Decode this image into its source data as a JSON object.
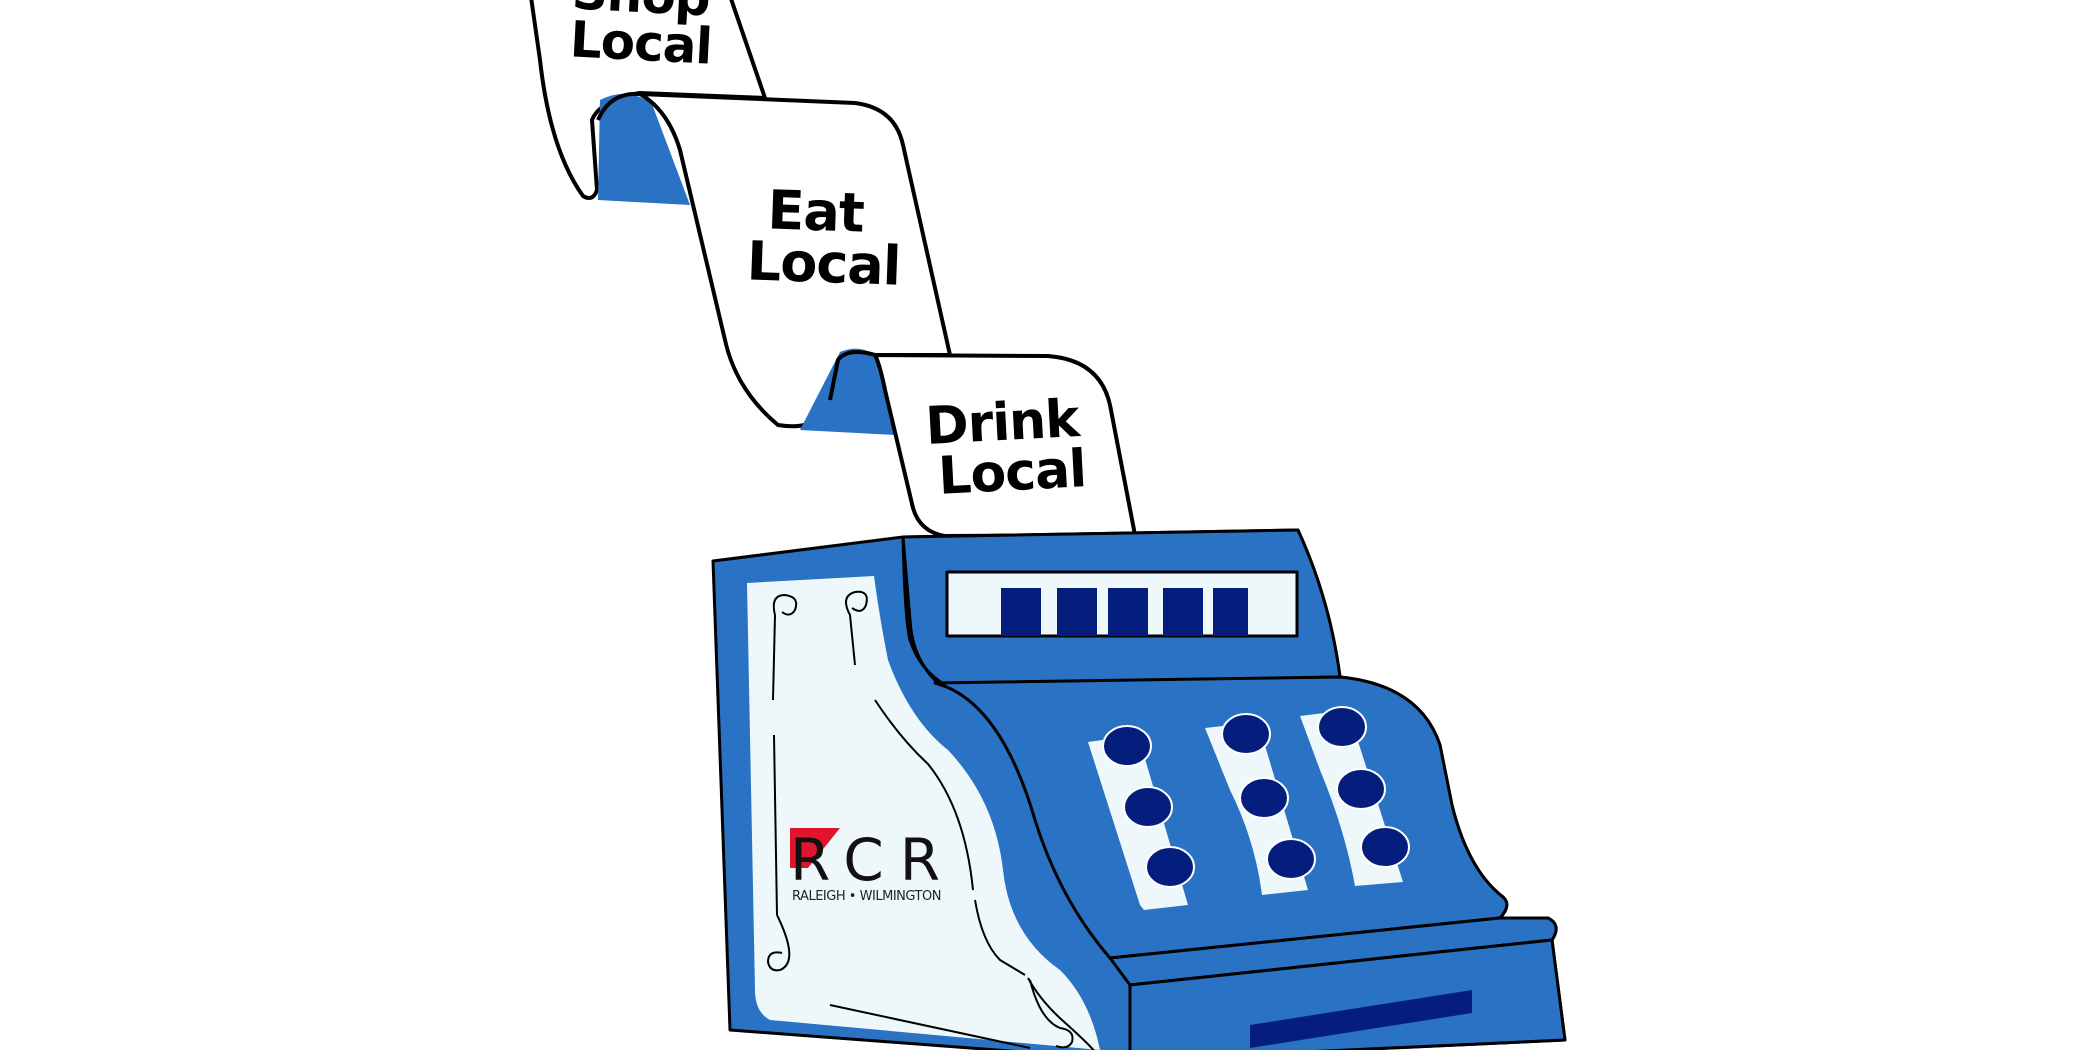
{
  "receipt": {
    "panel1": {
      "line1": "Shop",
      "line2": "Local"
    },
    "panel2": {
      "line1": "Eat",
      "line2": "Local"
    },
    "panel3": {
      "line1": "Drink",
      "line2": "Local"
    }
  },
  "logo": {
    "letters": "RCR",
    "subtitle": "RALEIGH • WILMINGTON"
  },
  "colors": {
    "register_blue": "#2a72c4",
    "key_navy": "#051e7e",
    "panel_light": "#eef8fb",
    "logo_red": "#e0142c",
    "outline": "#000000"
  }
}
